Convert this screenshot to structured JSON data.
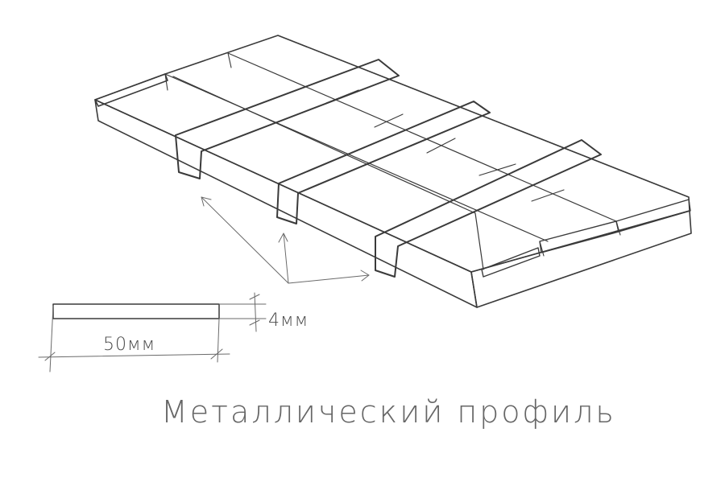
{
  "dimensions": {
    "width_label": "50мм",
    "thickness_label": "4мм"
  },
  "caption": "Металлический профиль"
}
